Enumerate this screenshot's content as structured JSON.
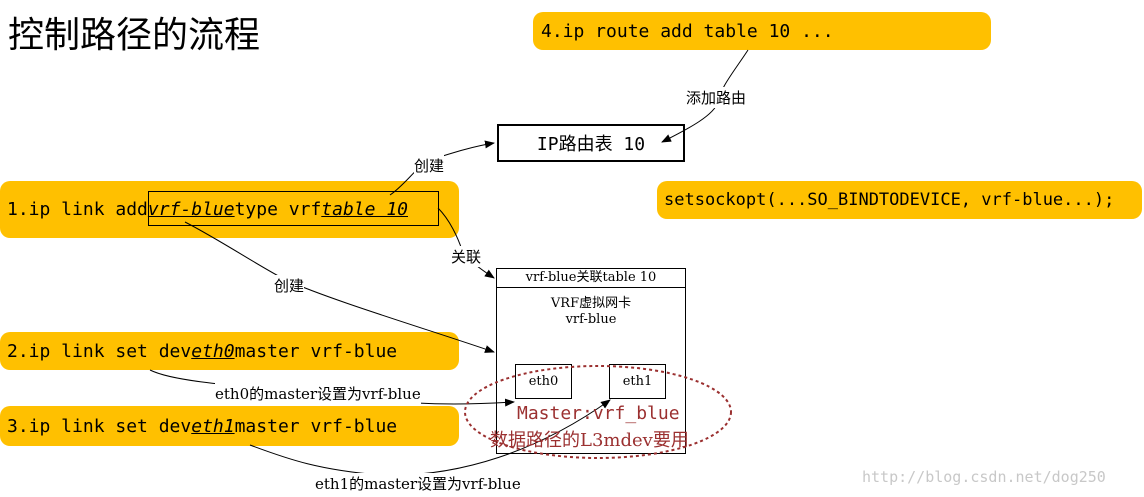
{
  "title": "控制路径的流程",
  "step4": "4.ip route add table 10 ...",
  "add_route_label": "添加路由",
  "route_table_box": "IP路由表 10",
  "create_label_top": "创建",
  "step1": {
    "prefix": "1.ip link add ",
    "name": "vrf-blue",
    "mid": " type vrf ",
    "table": "table 10"
  },
  "associate_label": "关联",
  "setsockopt": "setsockopt(...SO_BINDTODEVICE, vrf-blue...);",
  "create_label_left": "创建",
  "vrf_box": {
    "header": "vrf-blue关联table 10",
    "line1": "VRF虚拟网卡",
    "line2": "vrf-blue",
    "eth0": "eth0",
    "eth1": "eth1"
  },
  "step2": {
    "prefix": "2.ip link set dev ",
    "dev": "eth0",
    "suffix": " master vrf-blue"
  },
  "eth0_master_label": "eth0的master设置为vrf-blue",
  "step3": {
    "prefix": "3.ip link set dev ",
    "dev": "eth1",
    "suffix": " master vrf-blue"
  },
  "master_note": "Master:vrf_blue",
  "l3mdev_note": "数据路径的L3mdev要用",
  "eth1_master_label": "eth1的master设置为vrf-blue",
  "watermark": "http://blog.csdn.net/dog250",
  "colors": {
    "pill": "#ffc000",
    "ellipse": "#9b3030",
    "watermark": "#c8c8c8"
  }
}
